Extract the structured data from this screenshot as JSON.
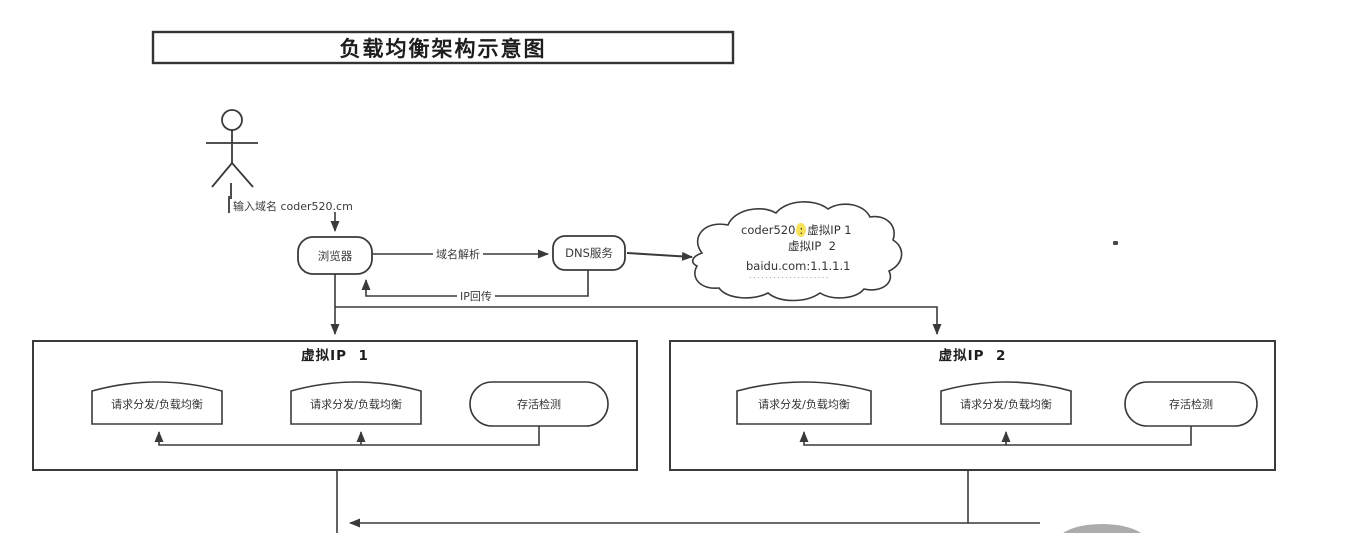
{
  "page": {
    "background": "#ffffff",
    "line_color": "#3a3a3a",
    "highlight_color": "#f6e158",
    "overlay_color": "#979797"
  },
  "title": {
    "text": "负载均衡架构示意图"
  },
  "actor": {
    "input_label": "输入域名 coder520.cm"
  },
  "nodes": {
    "browser": {
      "label": "浏览器"
    },
    "dns": {
      "label": "DNS服务"
    }
  },
  "edges": {
    "resolve_label": "域名解析",
    "ip_return_label": "IP回传"
  },
  "cloud": {
    "line1_prefix": "coder520",
    "line1_highlight": ":",
    "line1_suffix": "虚拟IP 1",
    "line2": "虚拟IP  2",
    "line3": "baidu.com:1.1.1.1",
    "line4": "...................."
  },
  "groups": [
    {
      "title": "虚拟IP  1",
      "lb1": "请求分发/负载均衡",
      "lb2": "请求分发/负载均衡",
      "health": "存活检测"
    },
    {
      "title": "虚拟IP  2",
      "lb1": "请求分发/负载均衡",
      "lb2": "请求分发/负载均衡",
      "health": "存活检测"
    }
  ]
}
